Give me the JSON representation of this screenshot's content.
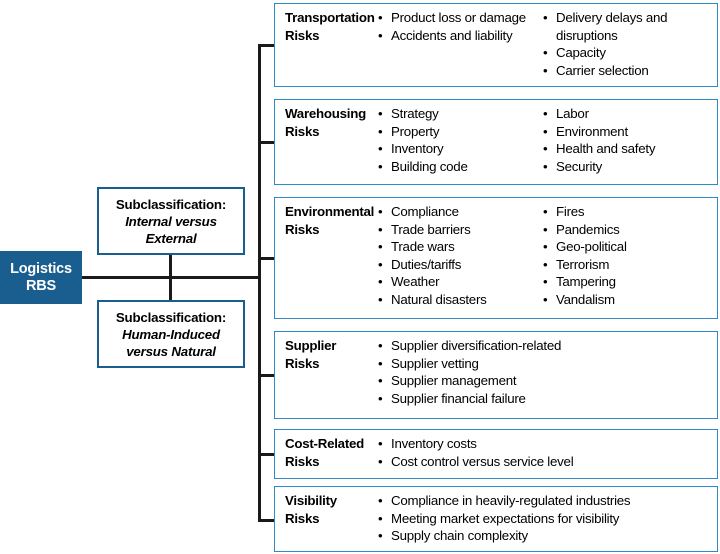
{
  "diagram": {
    "title": "Logistics RBS",
    "root": {
      "label_line1": "Logistics",
      "label_line2": "RBS",
      "color": "#1a5d8f"
    },
    "subclassifications": [
      {
        "title": "Subclassification:",
        "detail_line1": "Internal versus",
        "detail_line2": "External"
      },
      {
        "title": "Subclassification:",
        "detail_line1": "Human-Induced",
        "detail_line2": "versus Natural"
      }
    ],
    "border_color": "#2e8bc8",
    "categories": [
      {
        "title_line1": "Transportation",
        "title_line2": "Risks",
        "column_a": [
          "Product loss or damage",
          "Accidents and liability"
        ],
        "column_b": [
          "Delivery delays and disruptions",
          "Capacity",
          "Carrier selection"
        ]
      },
      {
        "title_line1": "Warehousing",
        "title_line2": "Risks",
        "column_a": [
          "Strategy",
          "Property",
          "Inventory",
          "Building code"
        ],
        "column_b": [
          "Labor",
          "Environment",
          "Health and safety",
          "Security"
        ]
      },
      {
        "title_line1": "Environmental",
        "title_line2": "Risks",
        "column_a": [
          "Compliance",
          "Trade barriers",
          "Trade wars",
          "Duties/tariffs",
          "Weather",
          "Natural disasters"
        ],
        "column_b": [
          "Fires",
          "Pandemics",
          "Geo-political",
          "Terrorism",
          "Tampering",
          "Vandalism"
        ]
      },
      {
        "title_line1": "Supplier",
        "title_line2": "Risks",
        "column_a": [
          "Supplier diversification-related",
          "Supplier vetting",
          "Supplier management",
          "Supplier financial failure"
        ],
        "column_b": []
      },
      {
        "title_line1": "Cost-Related",
        "title_line2": "Risks",
        "column_a": [
          "Inventory costs",
          "Cost control versus service level"
        ],
        "column_b": []
      },
      {
        "title_line1": "Visibility",
        "title_line2": "Risks",
        "column_a": [
          "Compliance in heavily-regulated industries",
          "Meeting market expectations for visibility",
          "Supply chain complexity"
        ],
        "column_b": []
      }
    ]
  }
}
